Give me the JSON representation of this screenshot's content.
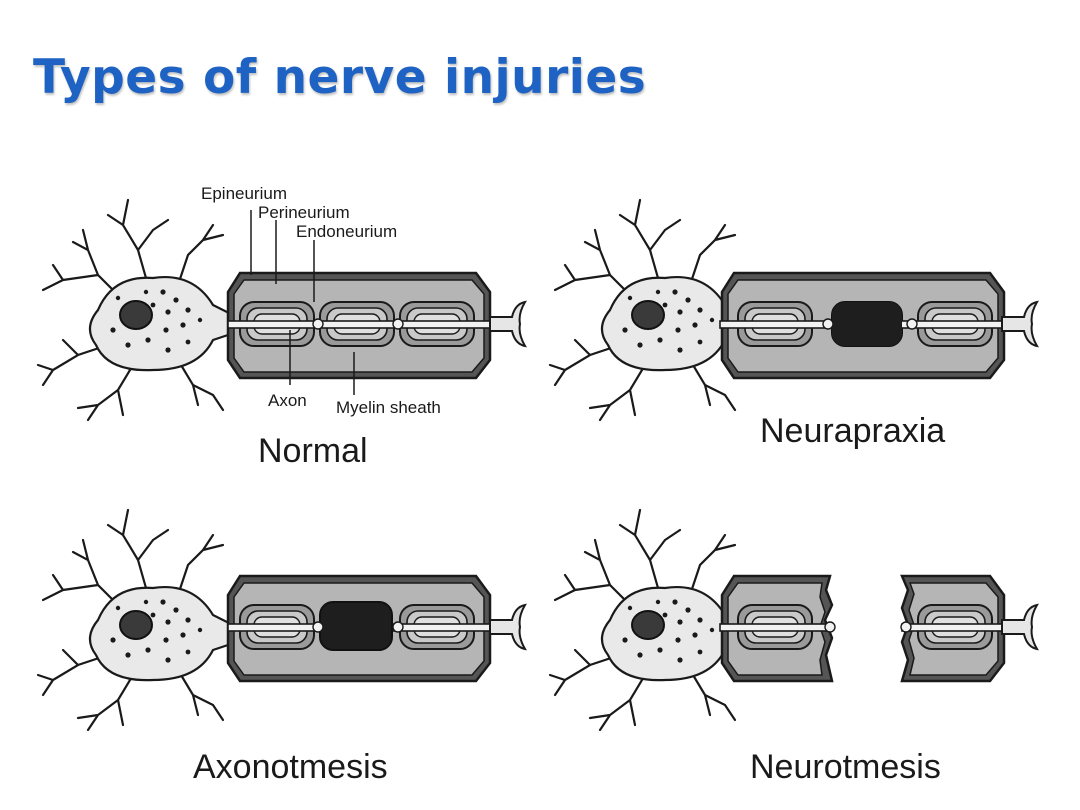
{
  "title": "Types of nerve injuries",
  "labels": {
    "epineurium": "Epineurium",
    "perineurium": "Perineurium",
    "endoneurium": "Endoneurium",
    "axon": "Axon",
    "myelin": "Myelin sheath"
  },
  "panels": [
    {
      "caption": "Normal"
    },
    {
      "caption": "Neurapraxia"
    },
    {
      "caption": "Axonotmesis"
    },
    {
      "caption": "Neurotmesis"
    }
  ]
}
